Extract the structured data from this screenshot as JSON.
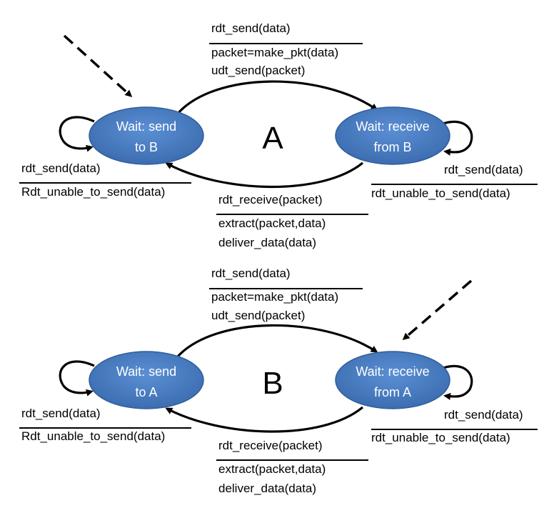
{
  "fsm_a": {
    "name": "A",
    "state_send_line1": "Wait: send",
    "state_send_line2": "to B",
    "state_recv_line1": "Wait: receive",
    "state_recv_line2": "from B",
    "top_event": "rdt_send(data)",
    "top_action1": "packet=make_pkt(data)",
    "top_action2": "udt_send(packet)",
    "left_event": "rdt_send(data)",
    "left_action": "Rdt_unable_to_send(data)",
    "right_event": "rdt_send(data)",
    "right_action": "rdt_unable_to_send(data)",
    "bottom_event": "rdt_receive(packet)",
    "bottom_action1": "extract(packet,data)",
    "bottom_action2": "deliver_data(data)"
  },
  "fsm_b": {
    "name": "B",
    "state_send_line1": "Wait: send",
    "state_send_line2": "to A",
    "state_recv_line1": "Wait: receive",
    "state_recv_line2": "from A",
    "top_event": "rdt_send(data)",
    "top_action1": "packet=make_pkt(data)",
    "top_action2": "udt_send(packet)",
    "left_event": "rdt_send(data)",
    "left_action": "Rdt_unable_to_send(data)",
    "right_event": "rdt_send(data)",
    "right_action": "rdt_unable_to_send(data)",
    "bottom_event": "rdt_receive(packet)",
    "bottom_action1": "extract(packet,data)",
    "bottom_action2": "deliver_data(data)"
  },
  "colors": {
    "state_fill": "#4a7ec4",
    "state_border": "#2f5e9c",
    "line": "#000000"
  }
}
